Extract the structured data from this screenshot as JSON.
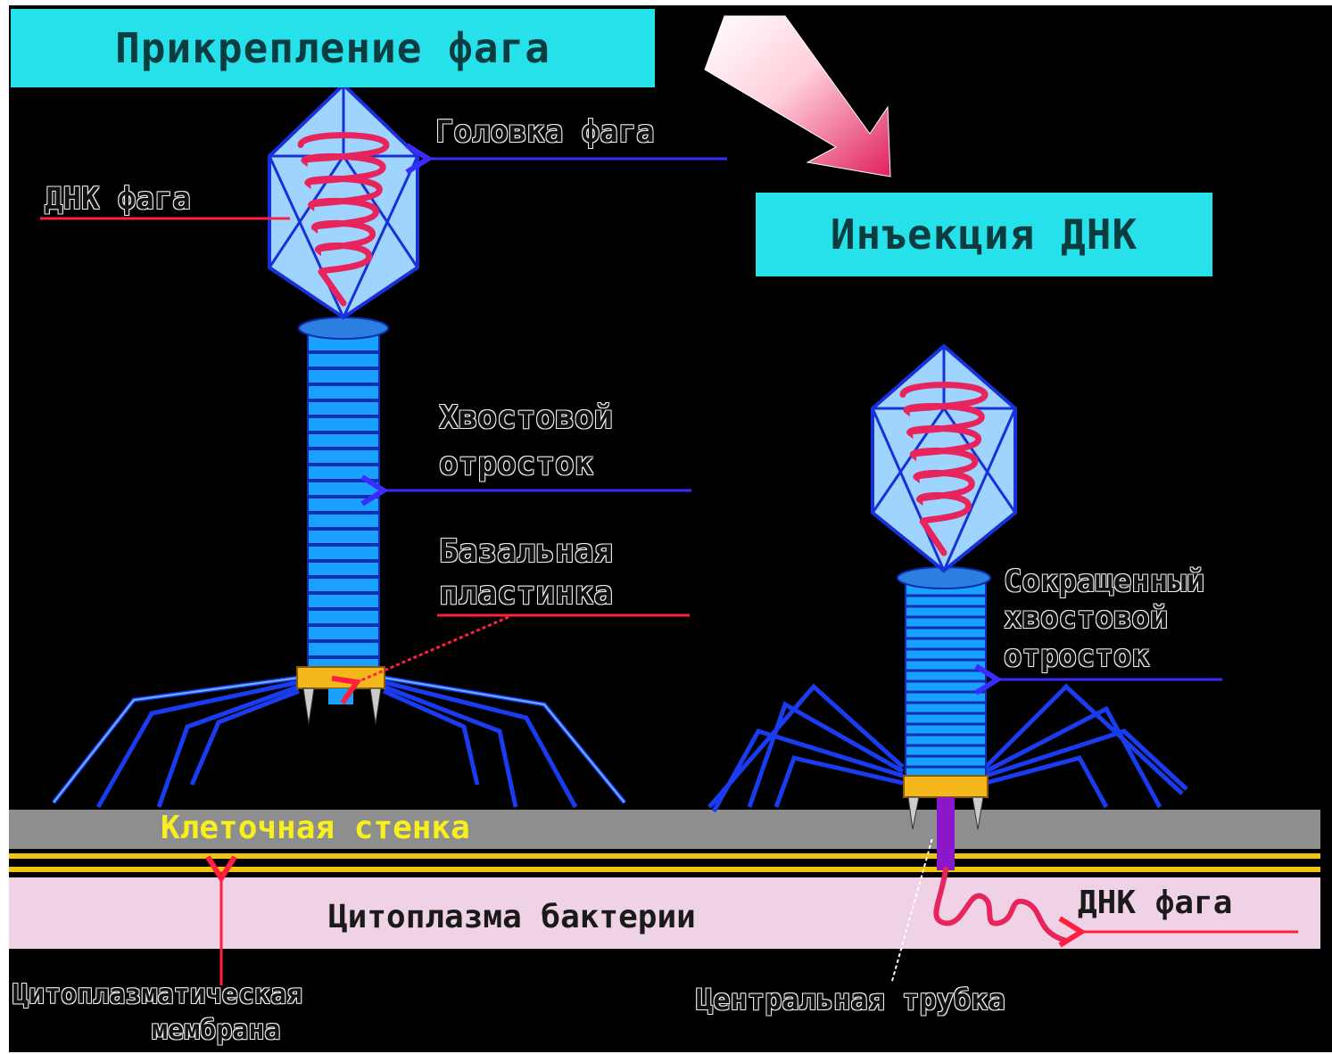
{
  "titles": {
    "attachment": "Прикрепление фага",
    "injection": "Инъекция ДНК"
  },
  "labels": {
    "head": "Головка фага",
    "dna_left": "ДНК фага",
    "tail_line1": "Хвостовой",
    "tail_line2": "отросток",
    "base_line1": "Базальная",
    "base_line2": "пластинка",
    "contracted_line1": "Сокращенный",
    "contracted_line2": "хвостовой",
    "contracted_line3": "отросток",
    "dna_right": "ДНК фага",
    "membrane_line1": "Цитоплазматическая",
    "membrane_line2": "мембрана",
    "central_tube": "Центральная трубка"
  },
  "layers": {
    "cell_wall": "Клеточная стенка",
    "cytoplasm": "Цитоплазма бактерии"
  },
  "colors": {
    "background": "#000000",
    "banner": "#27e1ea",
    "capsid_fill": "#9fd4ff",
    "capsid_edge": "#1830d8",
    "dna": "#e8245c",
    "tail": "#1aa0ff",
    "base_plate": "#f5b81c",
    "cell_wall": "#8e8e8e",
    "cell_wall_text": "#f7f01e",
    "membrane": "#f2c40c",
    "cytoplasm": "#f0d2e6",
    "arrow_big": "#e0205a"
  }
}
